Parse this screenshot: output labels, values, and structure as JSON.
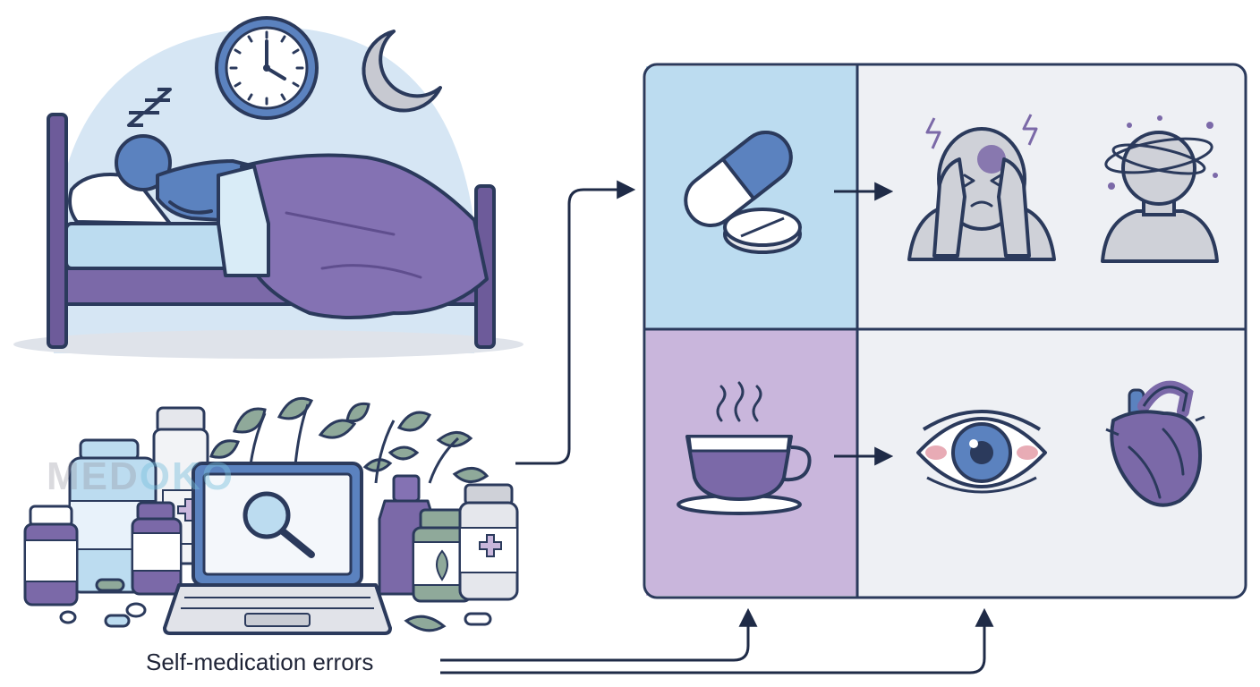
{
  "caption": {
    "text": "Self-medication errors"
  },
  "watermark": {
    "prefix": "MED",
    "suffix": "OKO"
  },
  "palette": {
    "outline": "#2b3a5c",
    "blue_light": "#bcdcf0",
    "blue_mid": "#5b82bf",
    "purple_light": "#c9b6dc",
    "purple_mid": "#7b69a8",
    "panel_gray": "#eef0f4",
    "icon_gray": "#cfd1d8"
  },
  "icons": [
    "sleeping-person-icon",
    "wall-clock-icon",
    "crescent-moon-icon",
    "medicine-bottles-icon",
    "laptop-search-icon",
    "pill-capsule-icon",
    "coffee-cup-icon",
    "headache-person-icon",
    "dizzy-person-icon",
    "red-eye-icon",
    "heart-icon"
  ]
}
